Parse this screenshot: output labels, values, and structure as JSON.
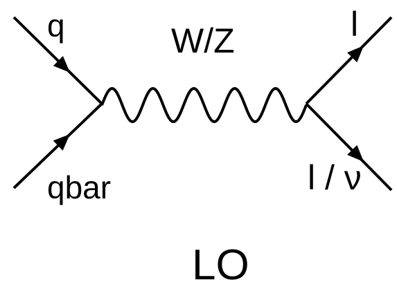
{
  "labels": {
    "quark_in": "q",
    "boson": "W/Z",
    "lepton_out": "l",
    "antiquark_in": "qbar",
    "lepton_or_neutrino_out": "l / ν",
    "order": "LO"
  },
  "colors": {
    "line": "#000000",
    "background": "#ffffff"
  }
}
